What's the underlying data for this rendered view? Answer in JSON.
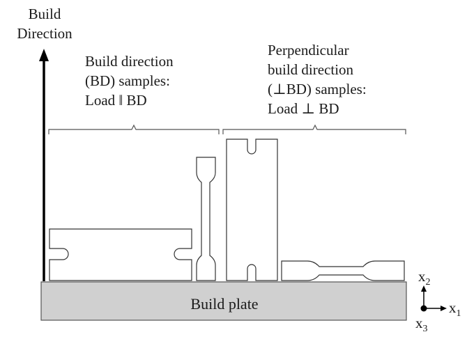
{
  "build_direction": {
    "line1": "Build",
    "line2": "Direction"
  },
  "bd_samples": {
    "line1": "Build direction",
    "line2": "(BD) samples:",
    "line3": "Load ‖ BD"
  },
  "perp_samples": {
    "line1": "Perpendicular",
    "line2": "build direction",
    "line3": "(⊥BD) samples:",
    "line4": "Load ⊥ BD"
  },
  "plate": {
    "label": "Build plate",
    "fill": "#d0d0d0"
  },
  "axes": {
    "x2": {
      "base": "x",
      "sub": "2"
    },
    "x1": {
      "base": "x",
      "sub": "1"
    },
    "x3": {
      "base": "x",
      "sub": "3"
    }
  },
  "colors": {
    "stroke": "#1a1a1a",
    "background": "#ffffff"
  }
}
